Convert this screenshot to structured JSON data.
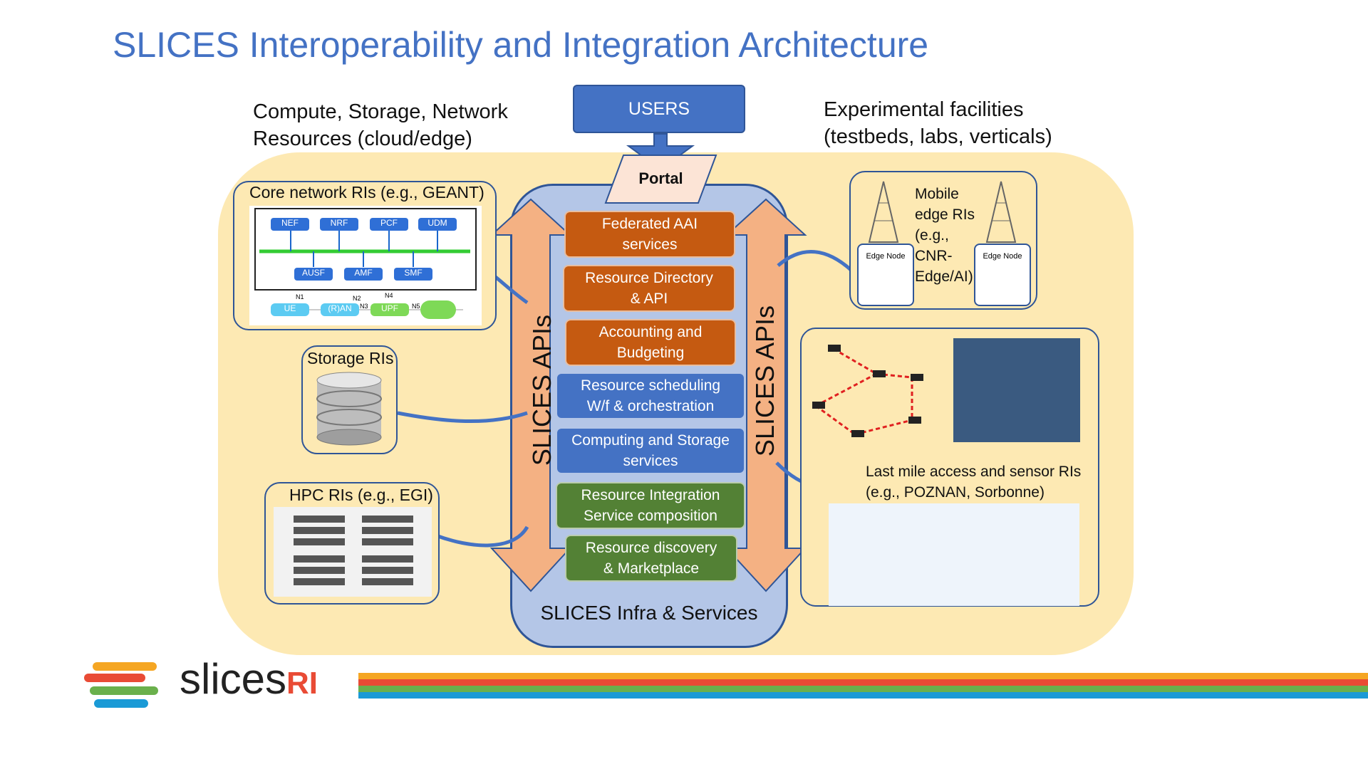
{
  "title": "SLICES Interoperability and Integration Architecture",
  "captions": {
    "left_line1": "Compute, Storage, Network",
    "left_line2": "Resources (cloud/edge)",
    "right_line1": "Experimental facilities",
    "right_line2": "(testbeds, labs, verticals)"
  },
  "users": "USERS",
  "portal": "Portal",
  "apis": {
    "left": "SLICES APIs",
    "right": "SLICES APIs"
  },
  "center_caption": "SLICES Infra & Services",
  "services": [
    {
      "line1": "Federated AAI",
      "line2": "services",
      "color": "#c55a11"
    },
    {
      "line1": "Resource Directory",
      "line2": "& API",
      "color": "#c55a11"
    },
    {
      "line1": "Accounting and",
      "line2": "Budgeting",
      "color": "#c55a11"
    },
    {
      "line1": "Resource scheduling",
      "line2": "W/f & orchestration",
      "color": "#4472c4"
    },
    {
      "line1": "Computing and Storage",
      "line2": "services",
      "color": "#4472c4"
    },
    {
      "line1": "Resource Integration",
      "line2": "Service  composition",
      "color": "#538135"
    },
    {
      "line1": "Resource discovery",
      "line2": "& Marketplace",
      "color": "#538135"
    }
  ],
  "left_boxes": {
    "core": "Core network RIs (e.g., GEANT)",
    "storage": "Storage RIs",
    "hpc": "HPC RIs (e.g., EGI)"
  },
  "core_diagram": {
    "top_nodes": [
      "NEF",
      "NRF",
      "PCF",
      "UDM"
    ],
    "mid_nodes": [
      "AUSF",
      "AMF",
      "SMF"
    ],
    "bottom_nodes": [
      "UE",
      "(R)AN",
      "UPF"
    ],
    "links": [
      "N1",
      "N2",
      "N3",
      "N4",
      "N5"
    ]
  },
  "right_boxes": {
    "mobile_line1": "Mobile",
    "mobile_line2": "edge RIs",
    "mobile_line3": "(e.g.,",
    "mobile_line4": "CNR-",
    "mobile_line5": "Edge/AI)",
    "edge_node": "Edge Node",
    "lastmile_line1": "Last mile access and sensor RIs",
    "lastmile_line2": "(e.g., POZNAN, Sorbonne)"
  },
  "logo": {
    "text": "slices",
    "suffix": "RI"
  },
  "colors": {
    "title": "#4472c4",
    "background_area": "#fde9b3",
    "center_panel": "#b4c6e7",
    "api_arrow": "#f4b183",
    "stripe_orange": "#f5a623",
    "stripe_red": "#e94b35",
    "stripe_green": "#6ab04c",
    "stripe_blue": "#1a9ad6"
  }
}
